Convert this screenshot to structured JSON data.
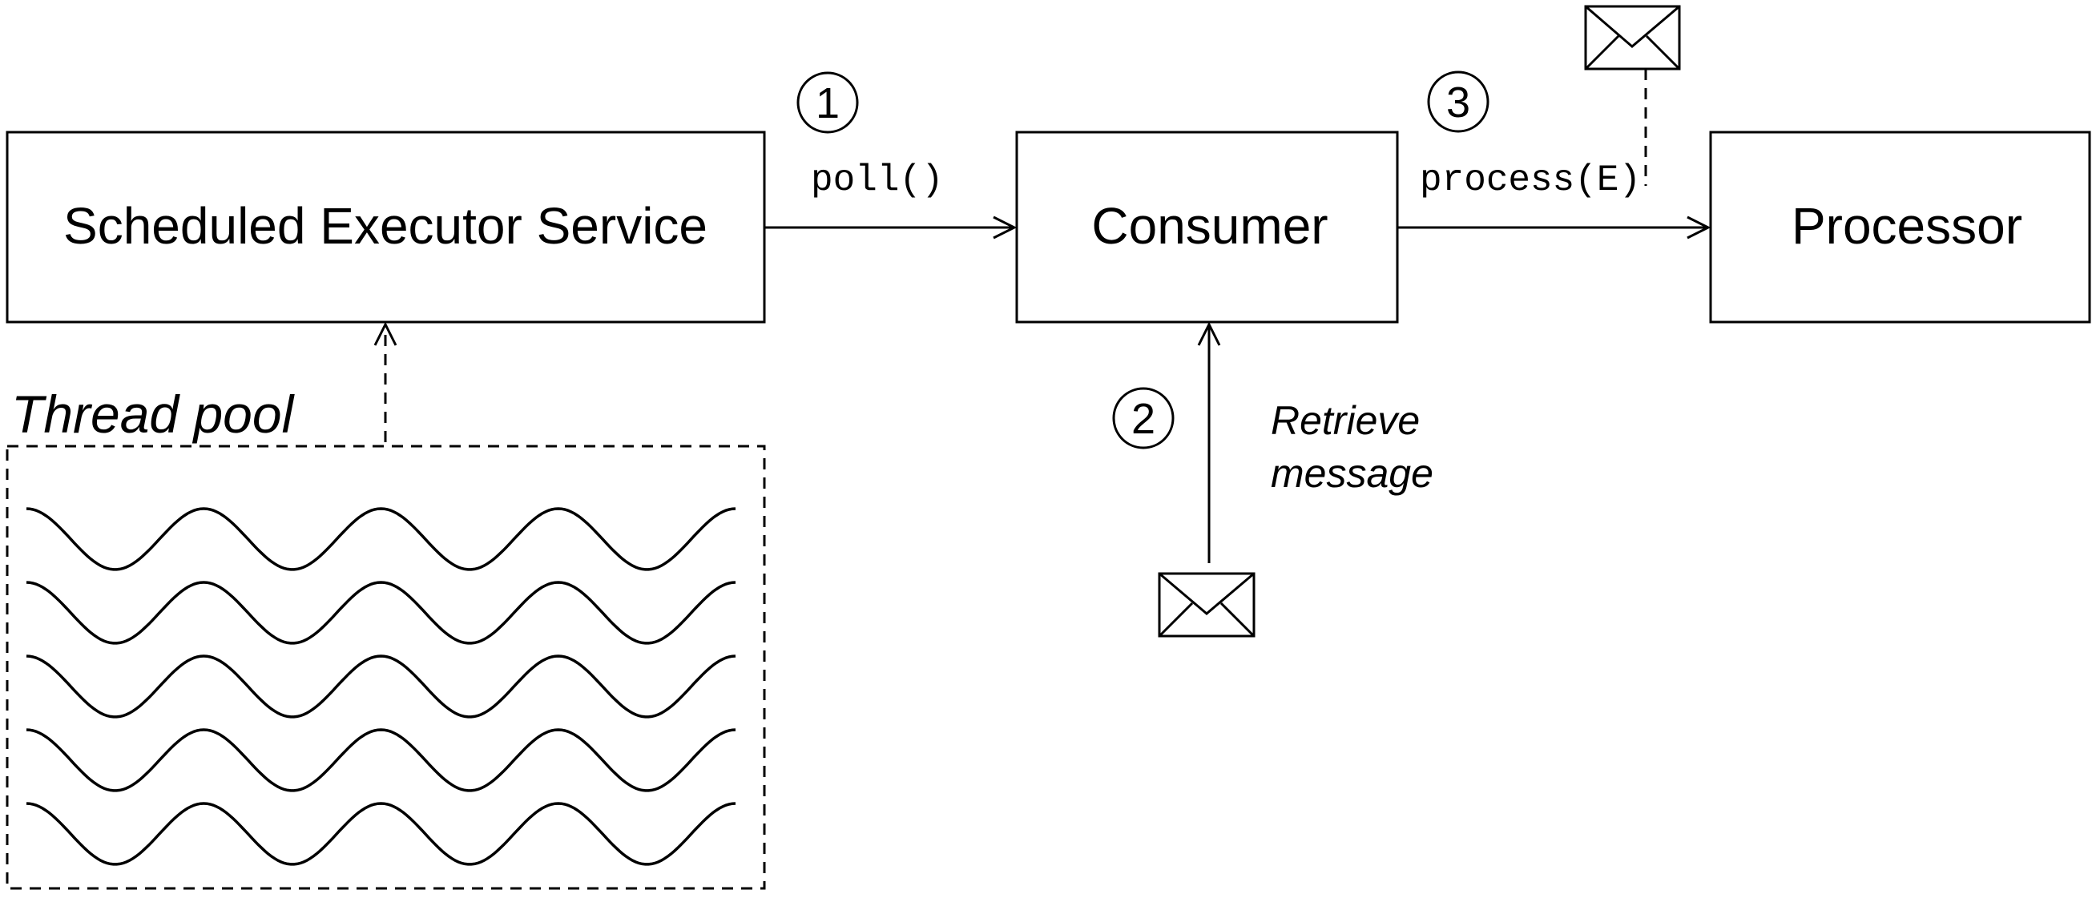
{
  "boxes": {
    "executor": "Scheduled Executor Service",
    "consumer": "Consumer",
    "processor": "Processor"
  },
  "steps": {
    "step1": "1",
    "step2": "2",
    "step3": "3"
  },
  "edges": {
    "poll": "poll()",
    "process": "process(E)",
    "retrieve_line1": "Retrieve",
    "retrieve_line2": "message"
  },
  "thread_pool": {
    "label": "Thread pool",
    "thread_count": 5
  },
  "icons": {
    "incoming_message": "envelope-icon",
    "processed_message": "envelope-icon"
  }
}
